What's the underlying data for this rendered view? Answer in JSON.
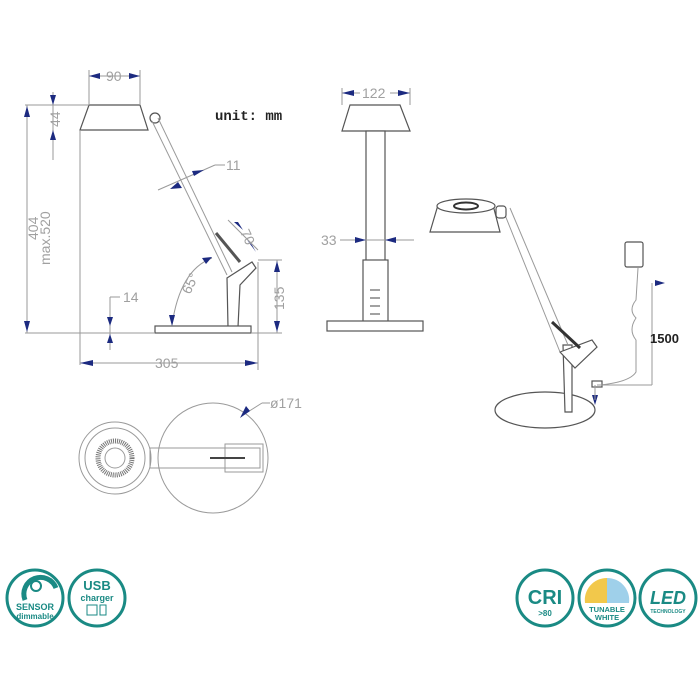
{
  "unit_label": "unit: mm",
  "side_view": {
    "width_top": "90",
    "shade_height": "44",
    "height": "404",
    "height_max": "max.520",
    "arm_width": "11",
    "head_len": "70",
    "angle": "65°",
    "base_height": "14",
    "base_upright": "135",
    "depth": "305"
  },
  "front_view": {
    "shade_width": "122",
    "pole_width": "33"
  },
  "perspective": {
    "cable_length": "1500"
  },
  "top_view": {
    "base_diameter": "ø171"
  },
  "badges": [
    {
      "line1": "SENSOR",
      "line2": "dimmable"
    },
    {
      "line1": "USB",
      "line2": "charger"
    },
    {
      "line1": "CRI",
      "line2": ">80"
    },
    {
      "line1": "TUNABLE",
      "line2": "WHITE"
    },
    {
      "line1": "LED",
      "line2": "TECHNOLOGY"
    }
  ],
  "colors": {
    "arrow": "#1c2a80",
    "badge": "#1a8a84"
  }
}
